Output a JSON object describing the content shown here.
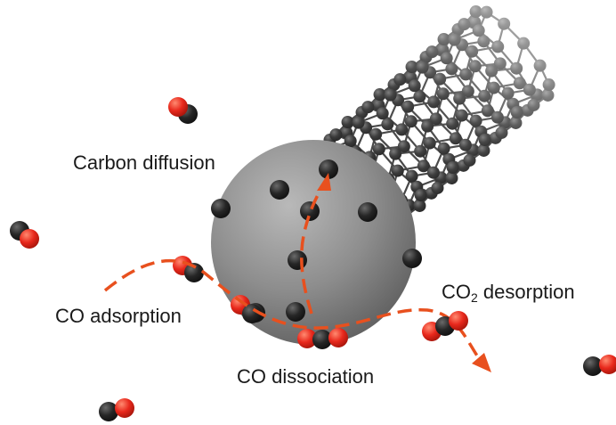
{
  "labels": {
    "carbon_diffusion": "Carbon diffusion",
    "co_adsorption": "CO adsorption",
    "co_dissociation": "CO dissociation",
    "co2_desorption_prefix": "CO",
    "co2_desorption_subscript": "2",
    "co2_desorption_suffix": " desorption"
  },
  "colors": {
    "carbon_atom": "#1f1f1f",
    "oxygen_atom": "#e8281c",
    "particle": "#8e8e8e",
    "path_arrow": "#e8501e",
    "nanotube": "#2a2a2a"
  },
  "icons": {
    "catalyst": "catalyst-particle-icon",
    "nanotube": "carbon-nanotube-icon",
    "molecule": "co-molecule-icon",
    "arrow": "reaction-path-arrow-icon"
  }
}
